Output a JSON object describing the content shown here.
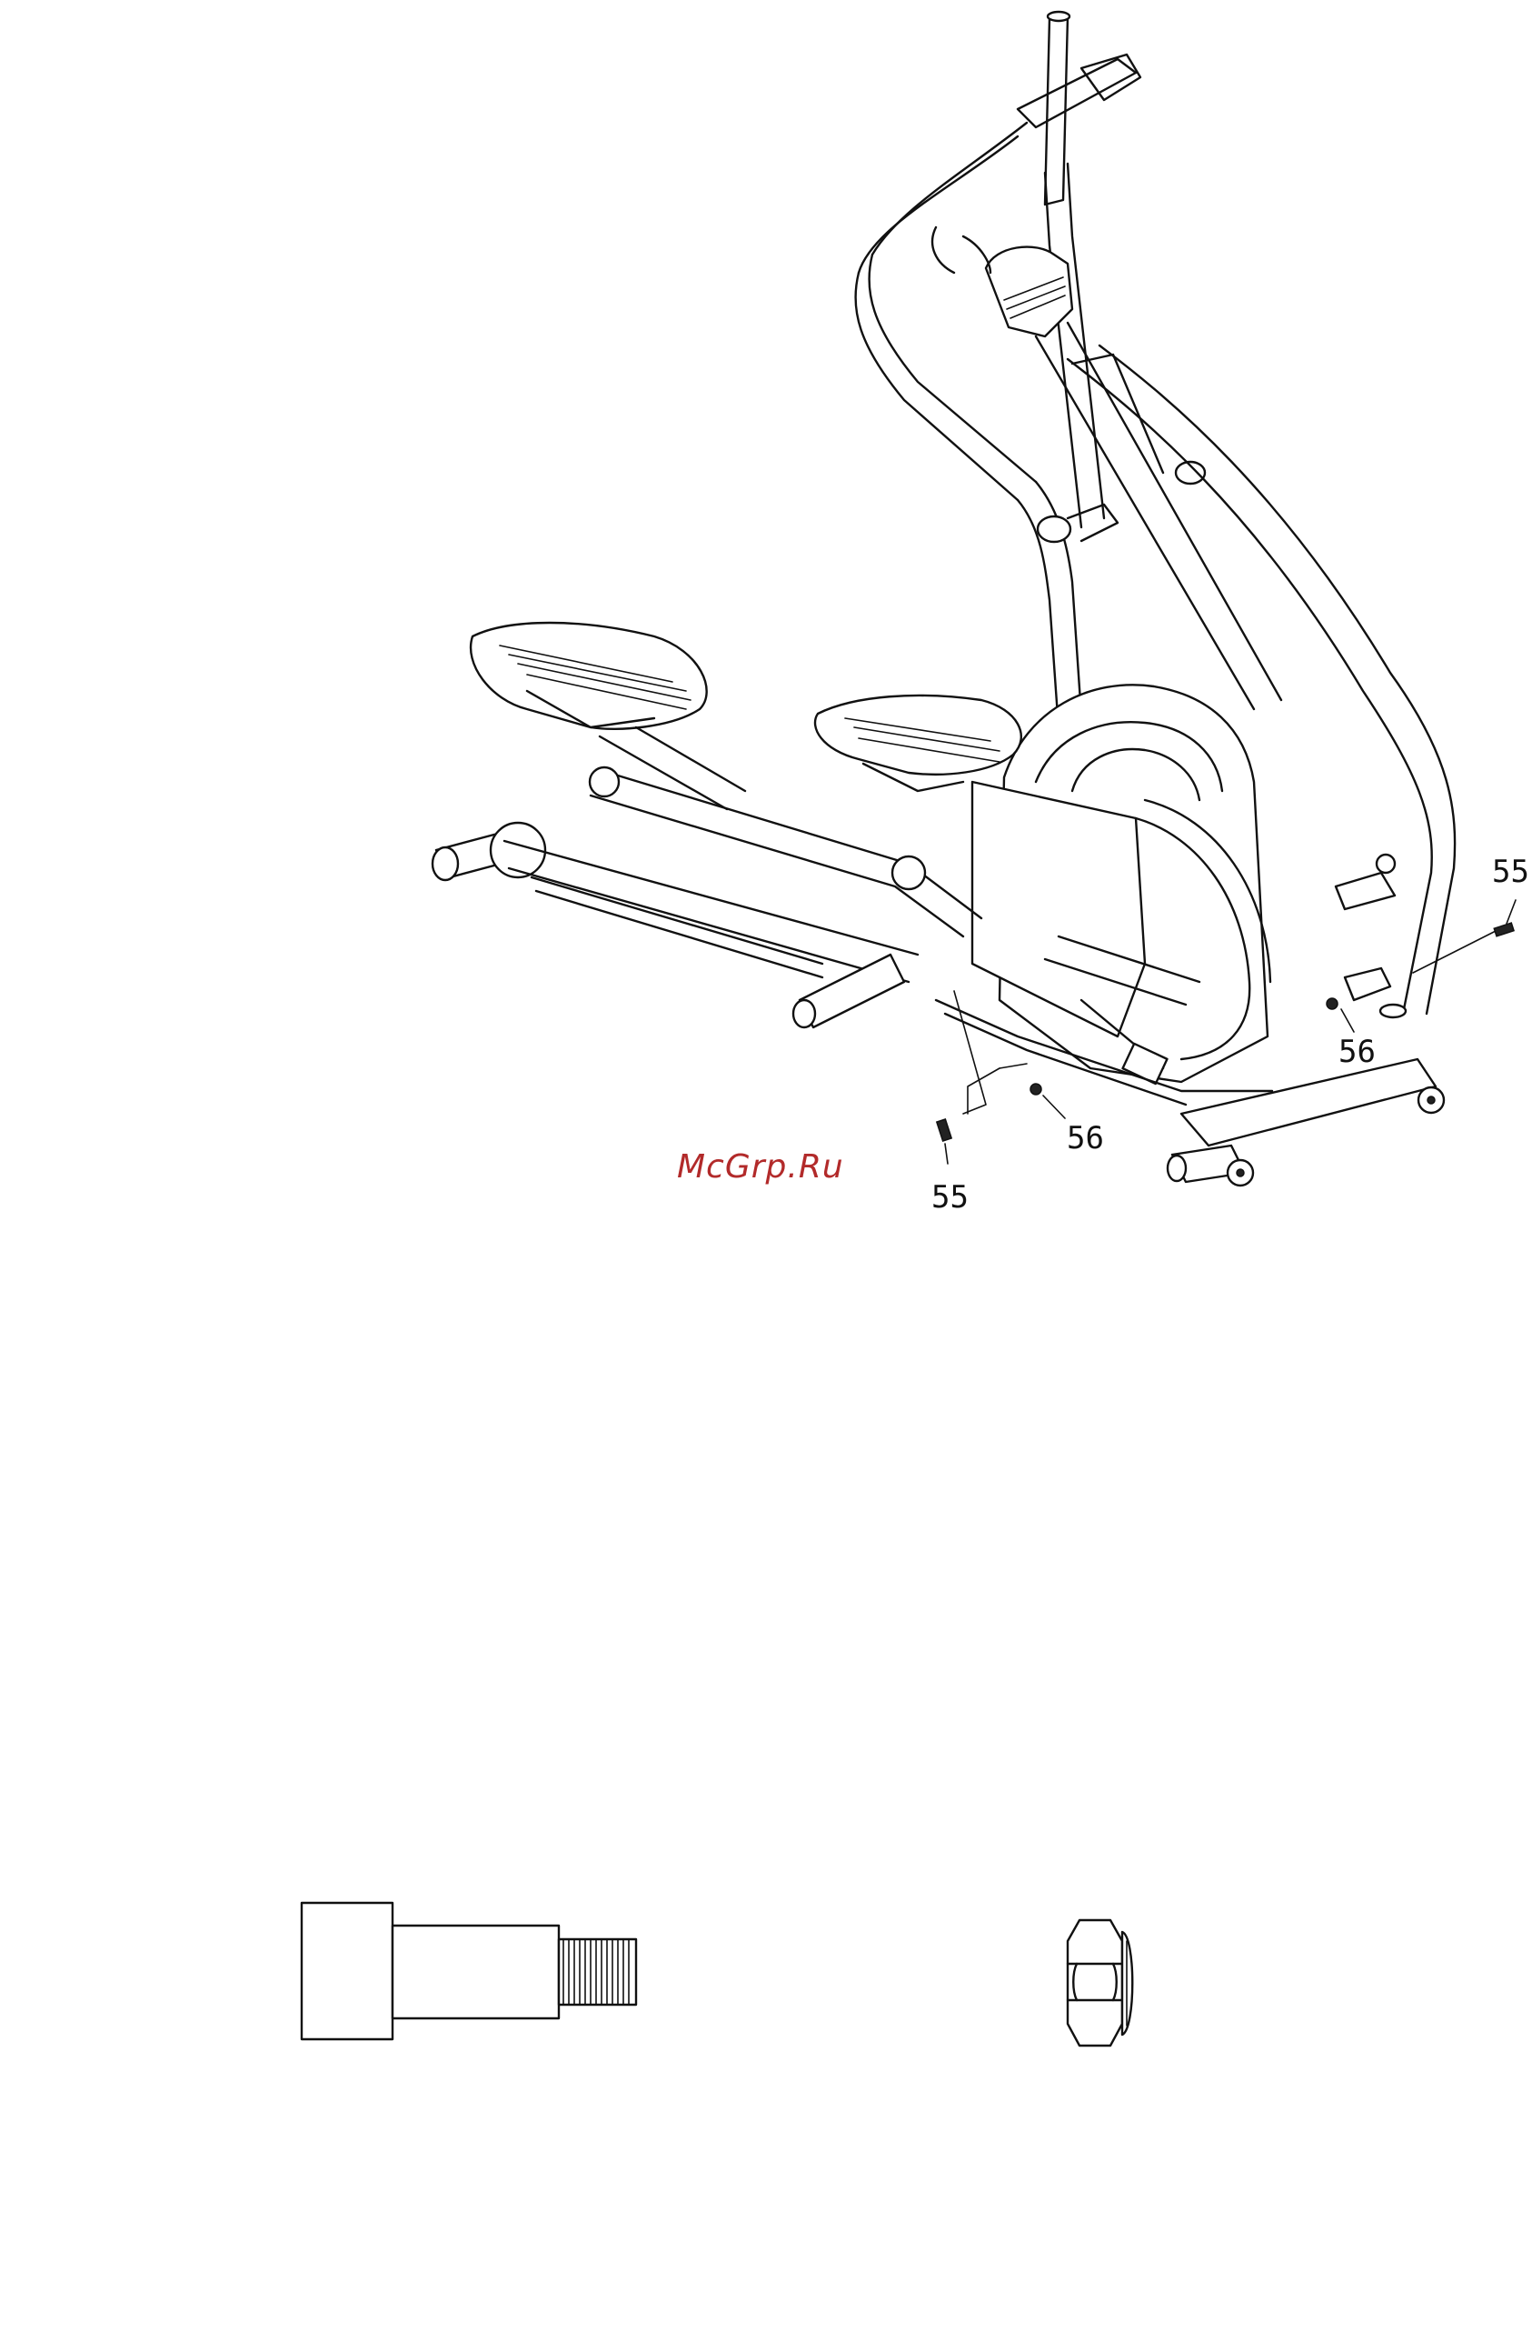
{
  "watermark": "McGrp.Ru",
  "callouts": {
    "bolt_right": "55",
    "nut_right": "56",
    "nut_left": "56",
    "bolt_left": "55"
  }
}
